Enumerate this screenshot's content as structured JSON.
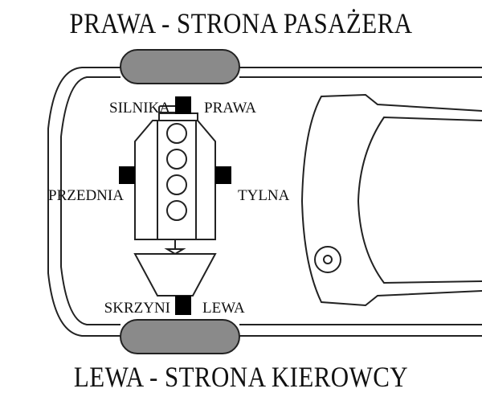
{
  "titles": {
    "top": "PRAWA - STRONA PASAŻERA",
    "bottom": "LEWA - STRONA KIEROWCY"
  },
  "mount_labels": {
    "engine_right_left": "SILNIKA",
    "engine_right_right": "PRAWA",
    "front": "PRZEDNIA",
    "rear": "TYLNA",
    "gearbox_left_left": "SKRZYNI",
    "gearbox_left_right": "LEWA"
  },
  "colors": {
    "tire": "#8a8a8a",
    "outline": "#111111",
    "mount": "#000000"
  }
}
